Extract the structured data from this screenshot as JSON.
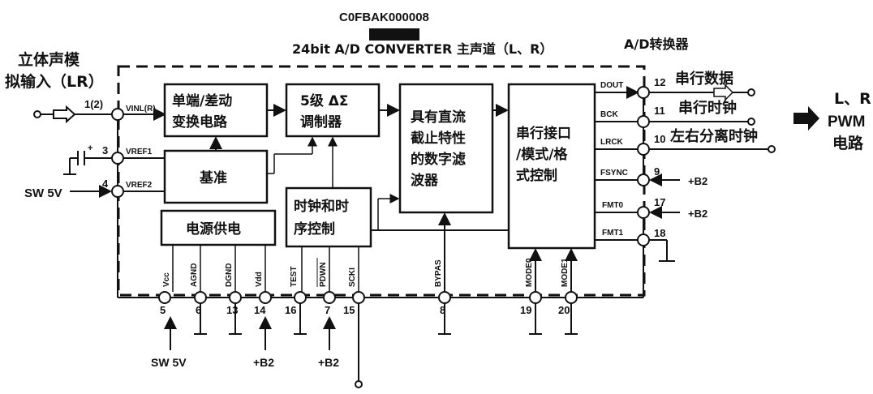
{
  "header": {
    "part_number": "C0FBAK000008",
    "title": "24bit A/D CONVERTER 主声道（L、R）",
    "subtitle": "A/D转换器"
  },
  "input_label": {
    "line1": "立体声模",
    "line2": "拟输入（LR）"
  },
  "blocks": {
    "single_diff": {
      "line1": "单端/差动",
      "line2": "变换电路"
    },
    "delta_sigma": {
      "line1": "5级 ΔΣ",
      "line2": "调制器"
    },
    "digital_filter": {
      "line1": "具有直流",
      "line2": "截止特性",
      "line3": "的数字滤",
      "line4": "波器"
    },
    "serial_ctrl": {
      "line1": "串行接口",
      "line2": "/模式/格",
      "line3": "式控制"
    },
    "reference": "基准",
    "power": "电源供电",
    "clock": {
      "line1": "时钟和时",
      "line2": "序控制"
    }
  },
  "left_pins": [
    {
      "num": "1(2)",
      "signal": "VINL(R)"
    },
    {
      "num": "3",
      "signal": "VREF1"
    },
    {
      "num": "4",
      "signal": "VREF2"
    }
  ],
  "sw5v_left": "SW 5V",
  "right_pins": [
    {
      "num": "12",
      "signal": "DOUT",
      "label": "串行数据"
    },
    {
      "num": "11",
      "signal": "BCK",
      "label": "串行时钟"
    },
    {
      "num": "10",
      "signal": "LRCK",
      "label": "左右分离时钟"
    },
    {
      "num": "9",
      "signal": "FSYNC",
      "label": "+B2"
    },
    {
      "num": "17",
      "signal": "FMT0",
      "label": "+B2"
    },
    {
      "num": "18",
      "signal": "FMT1",
      "label": ""
    }
  ],
  "output_label": {
    "line1": "L、R",
    "line2": "PWM",
    "line3": "电路"
  },
  "bottom_pins": [
    {
      "num": "5",
      "signal": "Vcc"
    },
    {
      "num": "6",
      "signal": "AGND"
    },
    {
      "num": "13",
      "signal": "DGND"
    },
    {
      "num": "14",
      "signal": "Vdd"
    },
    {
      "num": "16",
      "signal": "TEST"
    },
    {
      "num": "7",
      "signal": "PDWN"
    },
    {
      "num": "15",
      "signal": "SCKI"
    },
    {
      "num": "8",
      "signal": "BYPAS"
    },
    {
      "num": "19",
      "signal": "MODE0"
    },
    {
      "num": "20",
      "signal": "MODE1"
    }
  ],
  "bottom_labels": {
    "sw5v": "SW 5V",
    "b2_a": "+B2",
    "b2_b": "+B2"
  }
}
